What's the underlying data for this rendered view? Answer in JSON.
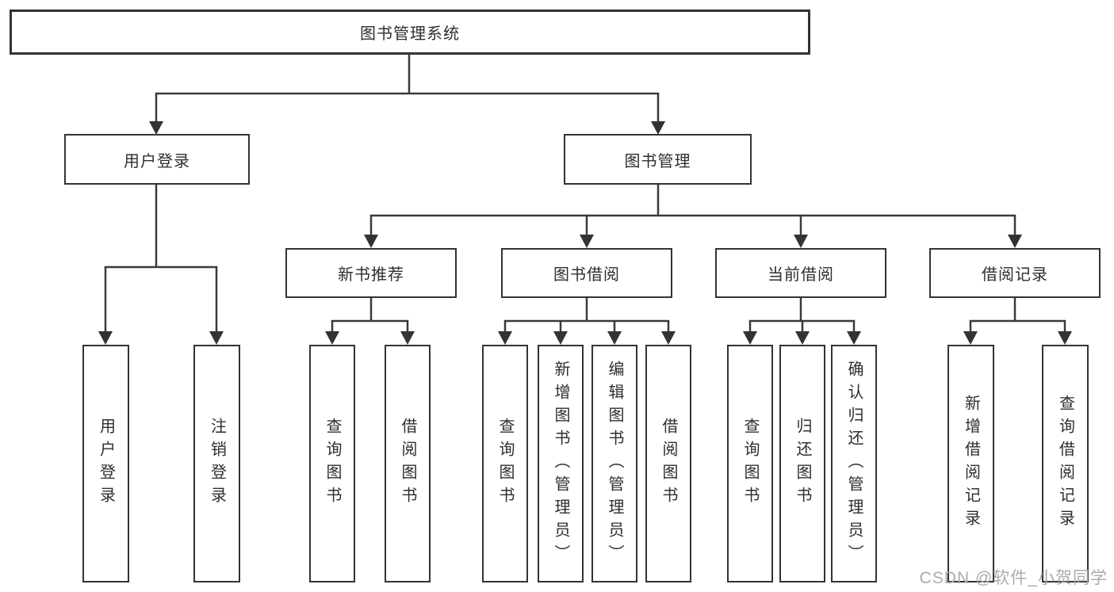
{
  "tree": {
    "root": {
      "label": "图书管理系统"
    },
    "branches": [
      {
        "label": "用户登录",
        "children": [
          {
            "label": "用户登录"
          },
          {
            "label": "注销登录"
          }
        ]
      },
      {
        "label": "图书管理",
        "children": [
          {
            "label": "新书推荐",
            "children": [
              {
                "label": "查询图书"
              },
              {
                "label": "借阅图书"
              }
            ]
          },
          {
            "label": "图书借阅",
            "children": [
              {
                "label": "查询图书"
              },
              {
                "label": "新增图书（管理员）"
              },
              {
                "label": "编辑图书（管理员）"
              },
              {
                "label": "借阅图书"
              }
            ]
          },
          {
            "label": "当前借阅",
            "children": [
              {
                "label": "查询图书"
              },
              {
                "label": "归还图书"
              },
              {
                "label": "确认归还（管理员）"
              }
            ]
          },
          {
            "label": "借阅记录",
            "children": [
              {
                "label": "新增借阅记录"
              },
              {
                "label": "查询借阅记录"
              }
            ]
          }
        ]
      }
    ]
  },
  "watermark": "CSDN @软件_小贺同学",
  "colors": {
    "line": "#3a3a3a",
    "border": "#333333",
    "text": "#2e2e2e",
    "watermark": "#ababab",
    "background": "#ffffff"
  }
}
